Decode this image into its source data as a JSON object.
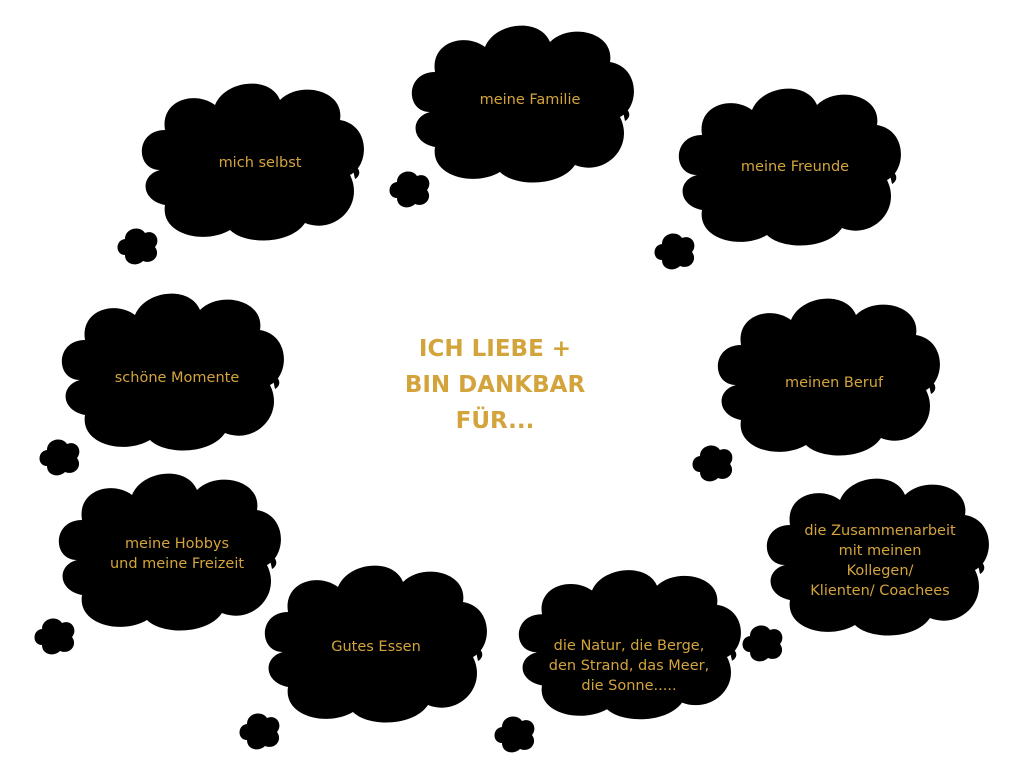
{
  "accent_color": "#D4A43C",
  "title": "ICH LIEBE +\nBIN DANKBAR\nFÜR...",
  "clouds": [
    {
      "label": "mich selbst"
    },
    {
      "label": "meine Familie"
    },
    {
      "label": "meine Freunde"
    },
    {
      "label": "schöne Momente"
    },
    {
      "label": "meinen Beruf"
    },
    {
      "label": "meine Hobbys\nund meine Freizeit"
    },
    {
      "label": "Gutes Essen"
    },
    {
      "label": "die Natur, die Berge,\nden Strand, das Meer,\ndie Sonne....."
    },
    {
      "label": "die Zusammenarbeit\nmit meinen Kollegen/\nKlienten/ Coachees"
    }
  ]
}
